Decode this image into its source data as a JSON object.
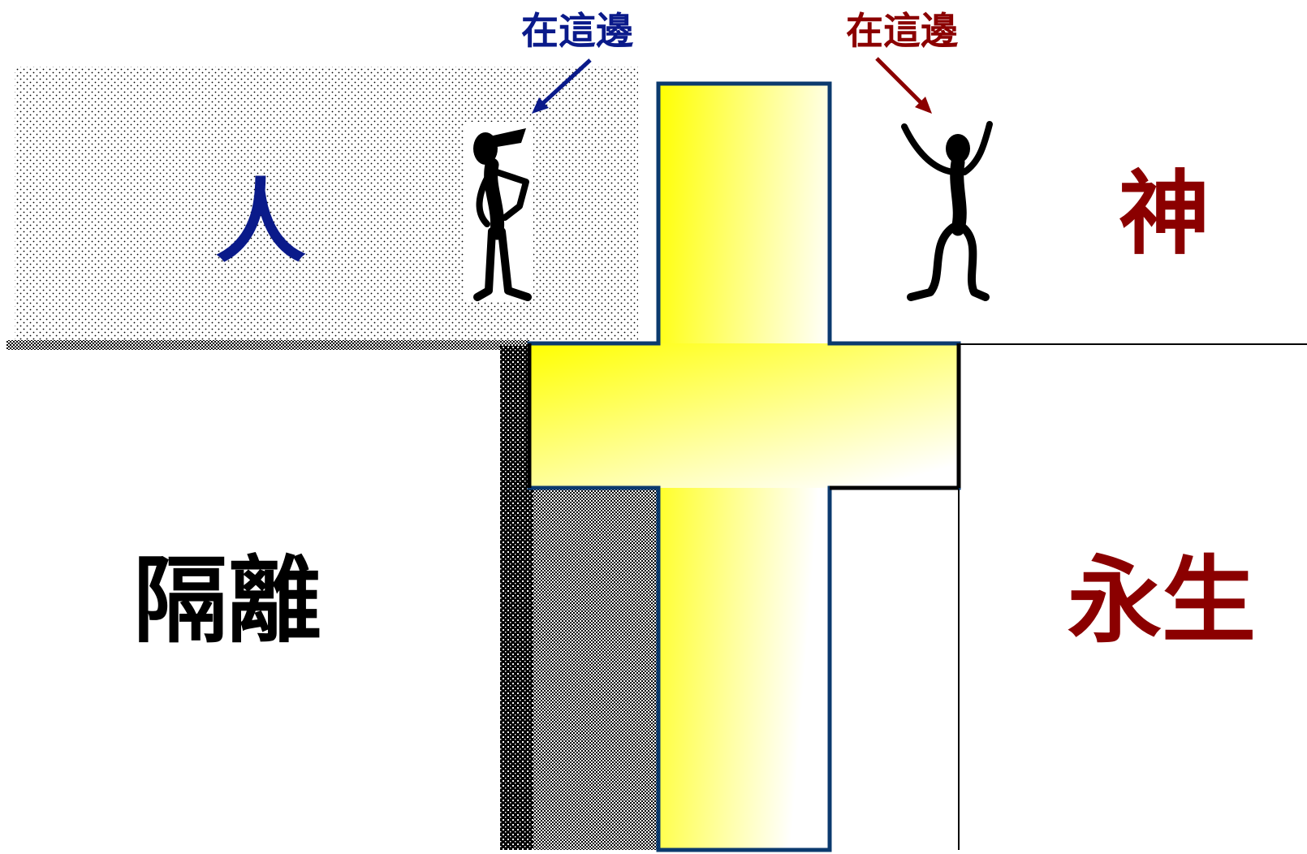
{
  "labels": {
    "man_here": "在這邊",
    "god_here": "在這邊",
    "man": "人",
    "god": "神",
    "separation": "隔離",
    "eternal_life": "永生"
  },
  "colors": {
    "man": "#0a1a8a",
    "god": "#8b0000",
    "separation": "#000000",
    "cross_outline": "#0b3a6e",
    "cross_fill": "#ffff00",
    "cross_fill_end": "#ffffff"
  },
  "icons": {
    "left_figure": "stick-figure-standing-icon",
    "right_figure": "stick-figure-arms-raised-icon",
    "left_arrow": "arrow-down-left-icon",
    "right_arrow": "arrow-down-right-icon",
    "cross": "cross-icon"
  }
}
